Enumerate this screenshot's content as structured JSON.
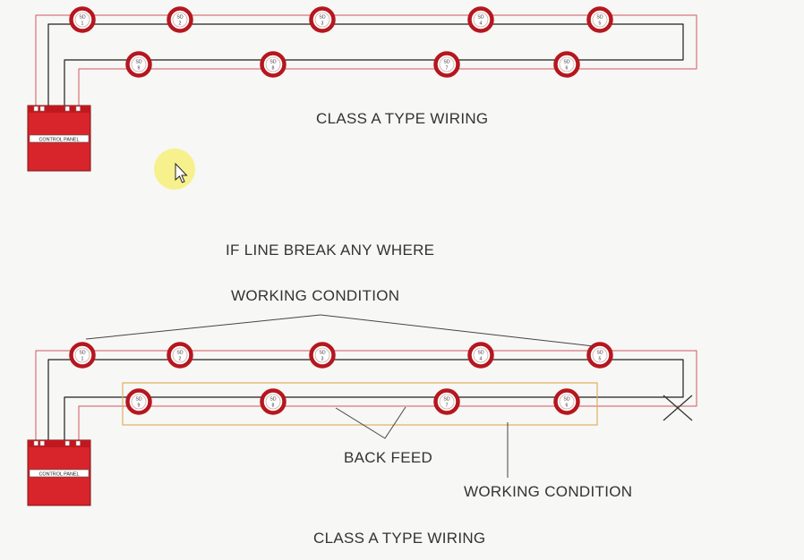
{
  "diagram": {
    "top": {
      "title": "CLASS A TYPE WIRING",
      "control_panel_label": "CONTROL PANEL",
      "detectors_outgoing": [
        {
          "label": "SD",
          "num": "1"
        },
        {
          "label": "SD",
          "num": "2"
        },
        {
          "label": "SD",
          "num": "3"
        },
        {
          "label": "SD",
          "num": "4"
        },
        {
          "label": "SD",
          "num": "5"
        }
      ],
      "detectors_return": [
        {
          "label": "SD",
          "num": "9"
        },
        {
          "label": "SD",
          "num": "8"
        },
        {
          "label": "SD",
          "num": "7"
        },
        {
          "label": "SD",
          "num": "6"
        }
      ]
    },
    "middle": {
      "line_break_text": "IF LINE BREAK ANY WHERE",
      "working_condition_text": "WORKING CONDITION"
    },
    "bottom": {
      "title": "CLASS A TYPE WIRING",
      "control_panel_label": "CONTROL PANEL",
      "back_feed_text": "BACK FEED",
      "working_condition_text": "WORKING CONDITION",
      "detectors_outgoing": [
        {
          "label": "SD",
          "num": "1"
        },
        {
          "label": "SD",
          "num": "2"
        },
        {
          "label": "SD",
          "num": "3"
        },
        {
          "label": "SD",
          "num": "4"
        },
        {
          "label": "SD",
          "num": "5"
        }
      ],
      "detectors_return": [
        {
          "label": "SD",
          "num": "9"
        },
        {
          "label": "SD",
          "num": "8"
        },
        {
          "label": "SD",
          "num": "7"
        },
        {
          "label": "SD",
          "num": "6"
        }
      ]
    }
  },
  "colors": {
    "wire_red": "#d0575f",
    "wire_black": "#1e1e1e",
    "detector_ring": "#b5171f",
    "panel_fill": "#d8242b",
    "highlight_box": "#e0b060",
    "cursor_glow": "#f7f07a"
  }
}
